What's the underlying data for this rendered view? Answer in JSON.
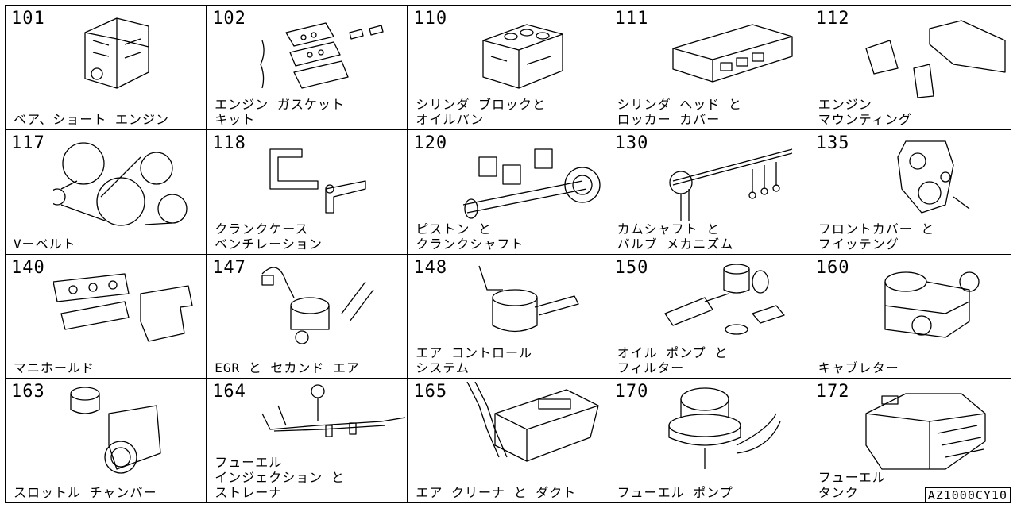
{
  "reference_code": "AZ1000CY10",
  "cells": [
    {
      "code": "101",
      "title": "ベア、ショート エンジン",
      "icon": "short-engine-block-icon"
    },
    {
      "code": "102",
      "title": "エンジン ガスケット\nキット",
      "icon": "gasket-kit-icon"
    },
    {
      "code": "110",
      "title": "シリンダ ブロックと\nオイルパン",
      "icon": "cylinder-block-icon"
    },
    {
      "code": "111",
      "title": "シリンダ ヘッド と\nロッカー カバー",
      "icon": "cylinder-head-icon"
    },
    {
      "code": "112",
      "title": "エンジン\nマウンティング",
      "icon": "engine-mount-icon"
    },
    {
      "code": "117",
      "title": "Vーベルト",
      "icon": "v-belt-icon"
    },
    {
      "code": "118",
      "title": "クランクケース\nベンチレーション",
      "icon": "ventilation-hose-icon"
    },
    {
      "code": "120",
      "title": "ピストン と\nクランクシャフト",
      "icon": "piston-crankshaft-icon"
    },
    {
      "code": "130",
      "title": "カムシャフト と\nバルブ メカニズム",
      "icon": "camshaft-valve-icon"
    },
    {
      "code": "135",
      "title": "フロントカバー と\nフイッテング",
      "icon": "front-cover-icon"
    },
    {
      "code": "140",
      "title": "マニホールド",
      "icon": "manifold-icon"
    },
    {
      "code": "147",
      "title": "EGR と セカンド エア",
      "icon": "egr-valve-icon"
    },
    {
      "code": "148",
      "title": "エア コントロール\nシステム",
      "icon": "air-control-valve-icon"
    },
    {
      "code": "150",
      "title": "オイル ポンプ と\nフィルター",
      "icon": "oil-pump-filter-icon"
    },
    {
      "code": "160",
      "title": "キャブレター",
      "icon": "carburetor-icon"
    },
    {
      "code": "163",
      "title": "スロットル チャンバー",
      "icon": "throttle-chamber-icon"
    },
    {
      "code": "164",
      "title": "フューエル\nインジェクション と\nストレーナ",
      "icon": "fuel-injection-icon"
    },
    {
      "code": "165",
      "title": "エア クリーナ と ダクト",
      "icon": "air-cleaner-icon"
    },
    {
      "code": "170",
      "title": "フューエル ポンプ",
      "icon": "fuel-pump-icon"
    },
    {
      "code": "172",
      "title": "フューエル\nタンク",
      "icon": "fuel-tank-icon"
    }
  ]
}
